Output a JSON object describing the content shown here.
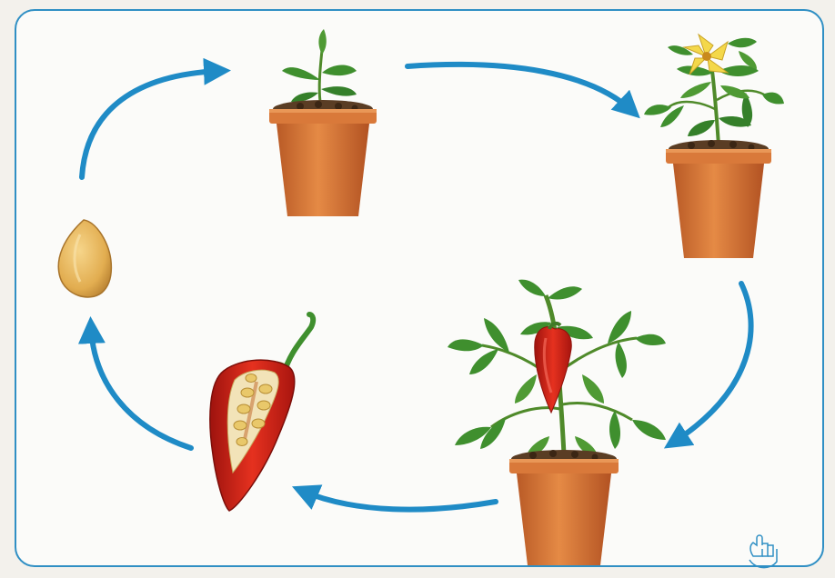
{
  "diagram": {
    "stages": [
      {
        "id": "seed",
        "icon": "seed-icon"
      },
      {
        "id": "seedling",
        "icon": "seedling-pot-icon"
      },
      {
        "id": "flowering",
        "icon": "flowering-plant-icon"
      },
      {
        "id": "fruiting",
        "icon": "pepper-plant-icon"
      },
      {
        "id": "fruit",
        "icon": "cut-pepper-icon"
      }
    ],
    "colors": {
      "frame": "#2f8fc4",
      "arrow": "#1f8bc6",
      "pot": "#d9793a",
      "soil": "#5a3d24",
      "leaf": "#3f8f2e",
      "pepper": "#d2231a",
      "flower": "#f4d84a",
      "seed": "#e6b45a"
    },
    "corner_icon": "pointing-hand-icon"
  }
}
